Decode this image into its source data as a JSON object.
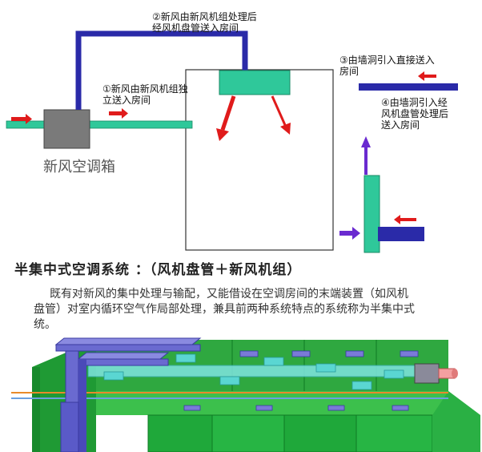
{
  "labels": {
    "note2_line1": "②新风由新风机组处理后",
    "note2_line2": "经风机盘管送入房间",
    "note1_line1": "①新风由新风机组独",
    "note1_line2": "立送入房间",
    "note3_line1": "③由墙洞引入直接送入",
    "note3_line2": "房间",
    "note4_line1": "④由墙洞引入经",
    "note4_line2": "风机盘管处理后",
    "note4_line3": "送入房间",
    "ahu_label": "新风空调箱"
  },
  "heading": "半集中式空调系统 ：（风机盘管＋新风机组）",
  "paragraph": {
    "line1": "既有对新风的集中处理与输配，又能借设在空调房间的末端装置（如风机",
    "line2": "盘管）对室内循环空气作局部处理，兼具前两种系统特点的系统称为半集中式",
    "line3": "统。"
  },
  "colors": {
    "duct_blue": "#2a2aa8",
    "duct_teal": "#2fc89a",
    "arrow_red": "#e01b1b",
    "arrow_purple": "#6a2ad0",
    "ahu_gray": "#7a7a7a",
    "building_green": "#1fa83a"
  }
}
